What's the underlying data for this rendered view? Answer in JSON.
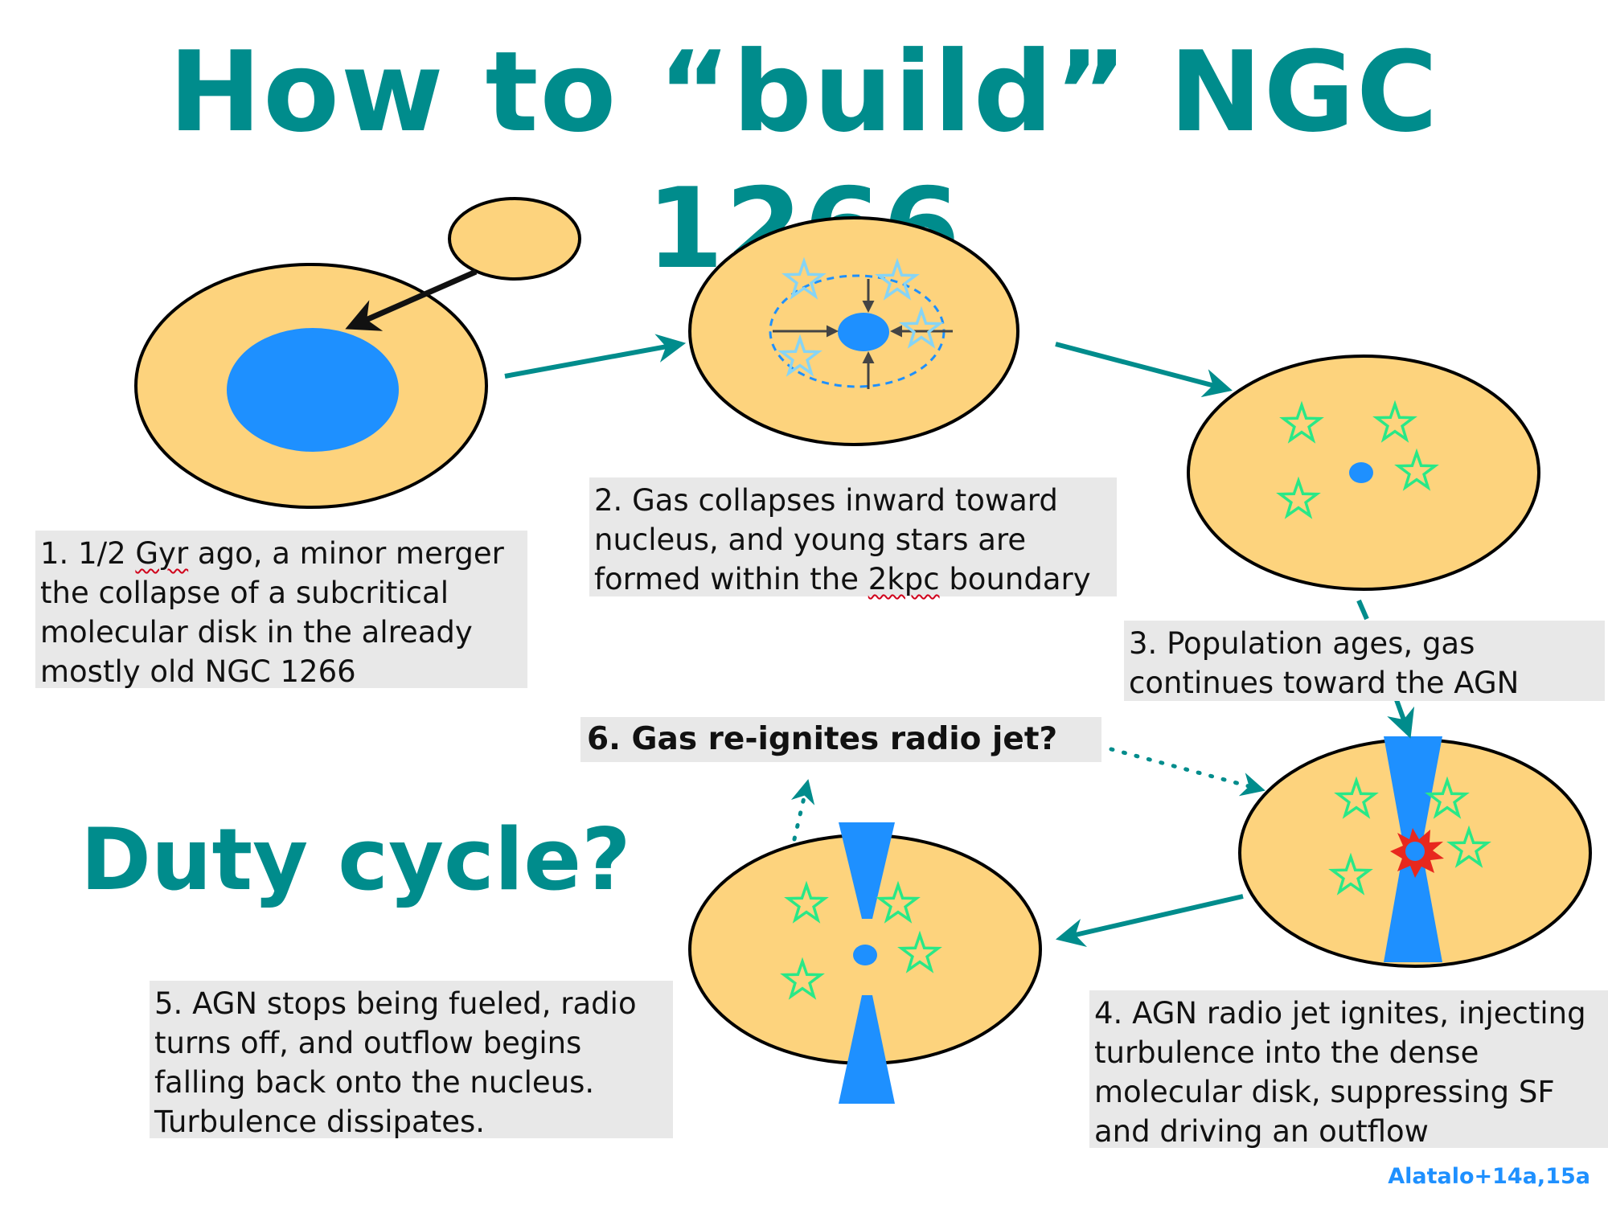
{
  "title": "How to “build” NGC 1266",
  "side_label": "Duty cycle?",
  "steps": {
    "s1": {
      "prefix": "1. 1/2 ",
      "marked": "Gyr",
      "suffix": " ago, a minor merger the collapse of a subcritical molecular disk in the already mostly old NGC 1266"
    },
    "s2": {
      "prefix": "2. Gas collapses inward toward nucleus, and young stars are formed within the ",
      "marked": "2kpc",
      "suffix": " boundary"
    },
    "s3": "3. Population ages, gas continues toward the AGN",
    "s4": "4. AGN radio jet ignites, injecting turbulence into the dense molecular disk, suppressing SF and driving an outflow",
    "s5": "5. AGN stops being fueled, radio turns off, and outflow begins falling back onto the nucleus.  Turbulence dissipates.",
    "s6": "6. Gas re-ignites radio jet?"
  },
  "credit": "Alatalo+14a,15a",
  "colors": {
    "teal": "#008c8c",
    "galaxy_fill": "#fdd37d",
    "gas_blue": "#1e90ff",
    "young_star": "#86d4f5",
    "star_green": "#29e887",
    "burst_red": "#e8281e",
    "text_box_bg": "#e8e8e8",
    "credit_blue": "#1e90ff"
  }
}
